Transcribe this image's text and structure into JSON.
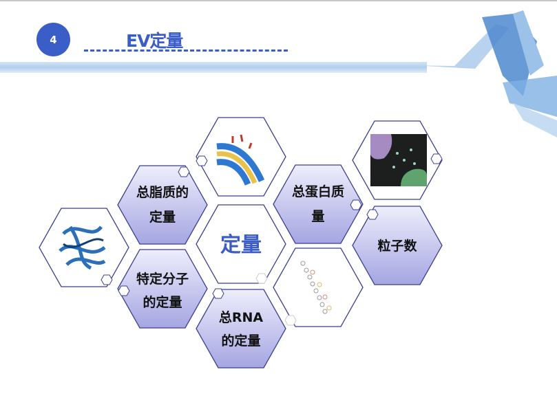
{
  "slide": {
    "number": "4",
    "title": "EV定量",
    "accent_color": "#3a5dc8"
  },
  "center": {
    "label": "定量"
  },
  "hexagons": [
    {
      "lines": [
        "总脂质的",
        "定量"
      ]
    },
    {
      "lines": [
        "特定分子",
        "的定量"
      ]
    },
    {
      "lines": [
        "总RNA",
        "的定量"
      ]
    },
    {
      "lines": [
        "总蛋白质",
        "量"
      ]
    },
    {
      "lines": [
        "粒子数"
      ]
    }
  ],
  "images": [
    "protein-structure-image",
    "lipid-bilayer-image",
    "rna-structure-image",
    "particles-micrograph-image"
  ]
}
